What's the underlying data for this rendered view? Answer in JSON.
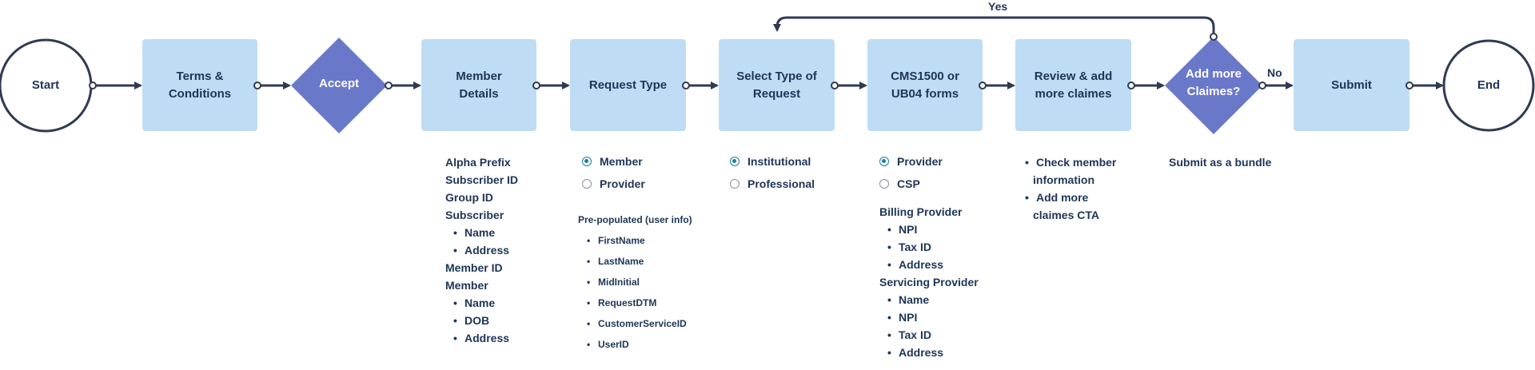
{
  "nodes": {
    "start": "Start",
    "terms": "Terms &\nConditions",
    "accept": "Accept",
    "member_details": "Member\nDetails",
    "request_type": "Request Type",
    "select_type": "Select Type of\nRequest",
    "forms": "CMS1500 or\nUB04 forms",
    "review": "Review & add\nmore claimes",
    "add_more": "Add more\nClaimes?",
    "submit": "Submit",
    "end": "End"
  },
  "edges": {
    "yes": "Yes",
    "no": "No"
  },
  "notes": {
    "member_details": {
      "l0": "Alpha Prefix",
      "l1": "Subscriber ID",
      "l2": "Group ID",
      "l3": "Subscriber",
      "l4": "Name",
      "l5": "Address",
      "l6": "Member ID",
      "l7": "Member",
      "l8": "Name",
      "l9": "DOB",
      "l10": "Address"
    },
    "request_type": {
      "radio_member": "Member",
      "radio_provider": "Provider",
      "prepop_title": "Pre-populated (user info)",
      "f0": "FirstName",
      "f1": "LastName",
      "f2": "MidInitial",
      "f3": "RequestDTM",
      "f4": "CustomerServiceID",
      "f5": "UserID"
    },
    "select_type": {
      "radio_institutional": "Institutional",
      "radio_professional": "Professional"
    },
    "forms": {
      "radio_provider": "Provider",
      "radio_csp": "CSP",
      "billing_title": "Billing Provider",
      "b0": "NPI",
      "b1": "Tax ID",
      "b2": "Address",
      "servicing_title": "Servicing Provider",
      "s0": "Name",
      "s1": "NPI",
      "s2": "Tax ID",
      "s3": "Address"
    },
    "review": {
      "r0a": "Check member",
      "r0b": "information",
      "r1a": "Add more",
      "r1b": "claimes CTA"
    },
    "add_more": {
      "text": "Submit as a bundle"
    }
  },
  "selected": {
    "request_type": "Member",
    "select_type": "Institutional",
    "forms": "Provider"
  },
  "colors": {
    "process_fill": "#bfdcf5",
    "decision_fill": "#6a78c9",
    "line": "#2f3a52",
    "text": "#1d3557",
    "radio_selected": "#1b7fa1"
  }
}
